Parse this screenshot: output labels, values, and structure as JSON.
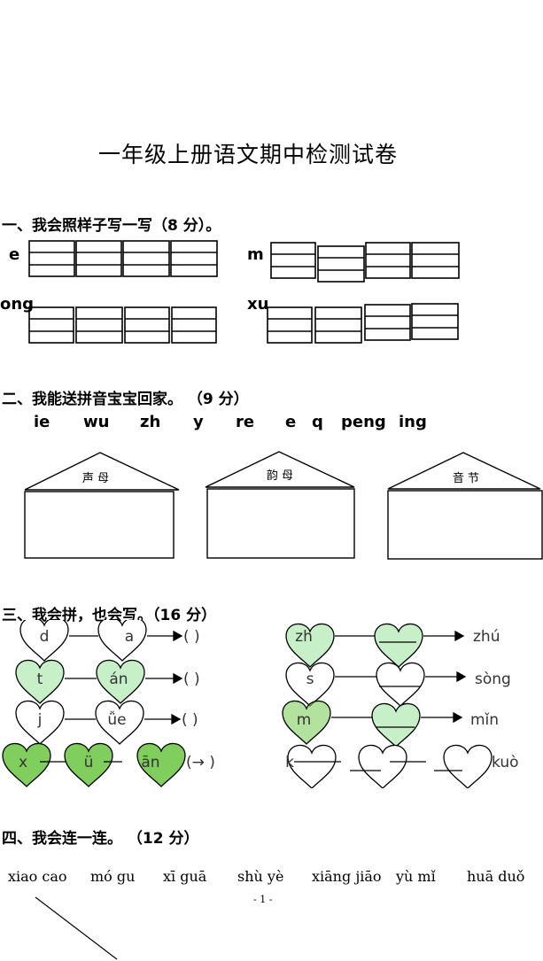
{
  "title": "一年级上册语文期中检测试卷",
  "section1": {
    "heading": "一、我会照样子写一写（8 分）。",
    "prompts": [
      "e",
      "m",
      "ong",
      "xu"
    ]
  },
  "section2": {
    "heading": "二、我能送拼音宝宝回家。 （9 分）",
    "syllables": [
      "ie",
      "wu",
      "zh",
      "y",
      "re",
      "e",
      "q",
      "peng",
      "ing"
    ],
    "houses": [
      "声 母",
      "韵 母",
      "音 节"
    ]
  },
  "section3": {
    "heading": "三、我会拼，也会写。（16 分）",
    "left_rows": [
      {
        "a": "d",
        "b": "a",
        "result": "(        )"
      },
      {
        "a": "t",
        "b": "án",
        "result": "(        )"
      },
      {
        "a": "j",
        "b": "ǚe",
        "result": "(        )"
      },
      {
        "a": "x",
        "b": "ü",
        "c": "ān",
        "result": "(→        )"
      }
    ],
    "right_rows": [
      {
        "a": "zh",
        "result": "zhú"
      },
      {
        "a": "s",
        "result": "sòng"
      },
      {
        "a": "m",
        "result": "mǐn"
      },
      {
        "a": "k",
        "result": "kuò"
      }
    ],
    "colors": {
      "green": "#c8f0c8",
      "dark_green": "#7fce5e",
      "white": "#ffffff"
    }
  },
  "section4": {
    "heading": "四、我会连一连。 （12 分）",
    "words": [
      "xiao cao",
      "mó gu",
      "xī guā",
      "shù yè",
      "xiāng jiāo",
      "yù mǐ",
      "huā duǒ"
    ]
  },
  "page_number": "- 1 -"
}
